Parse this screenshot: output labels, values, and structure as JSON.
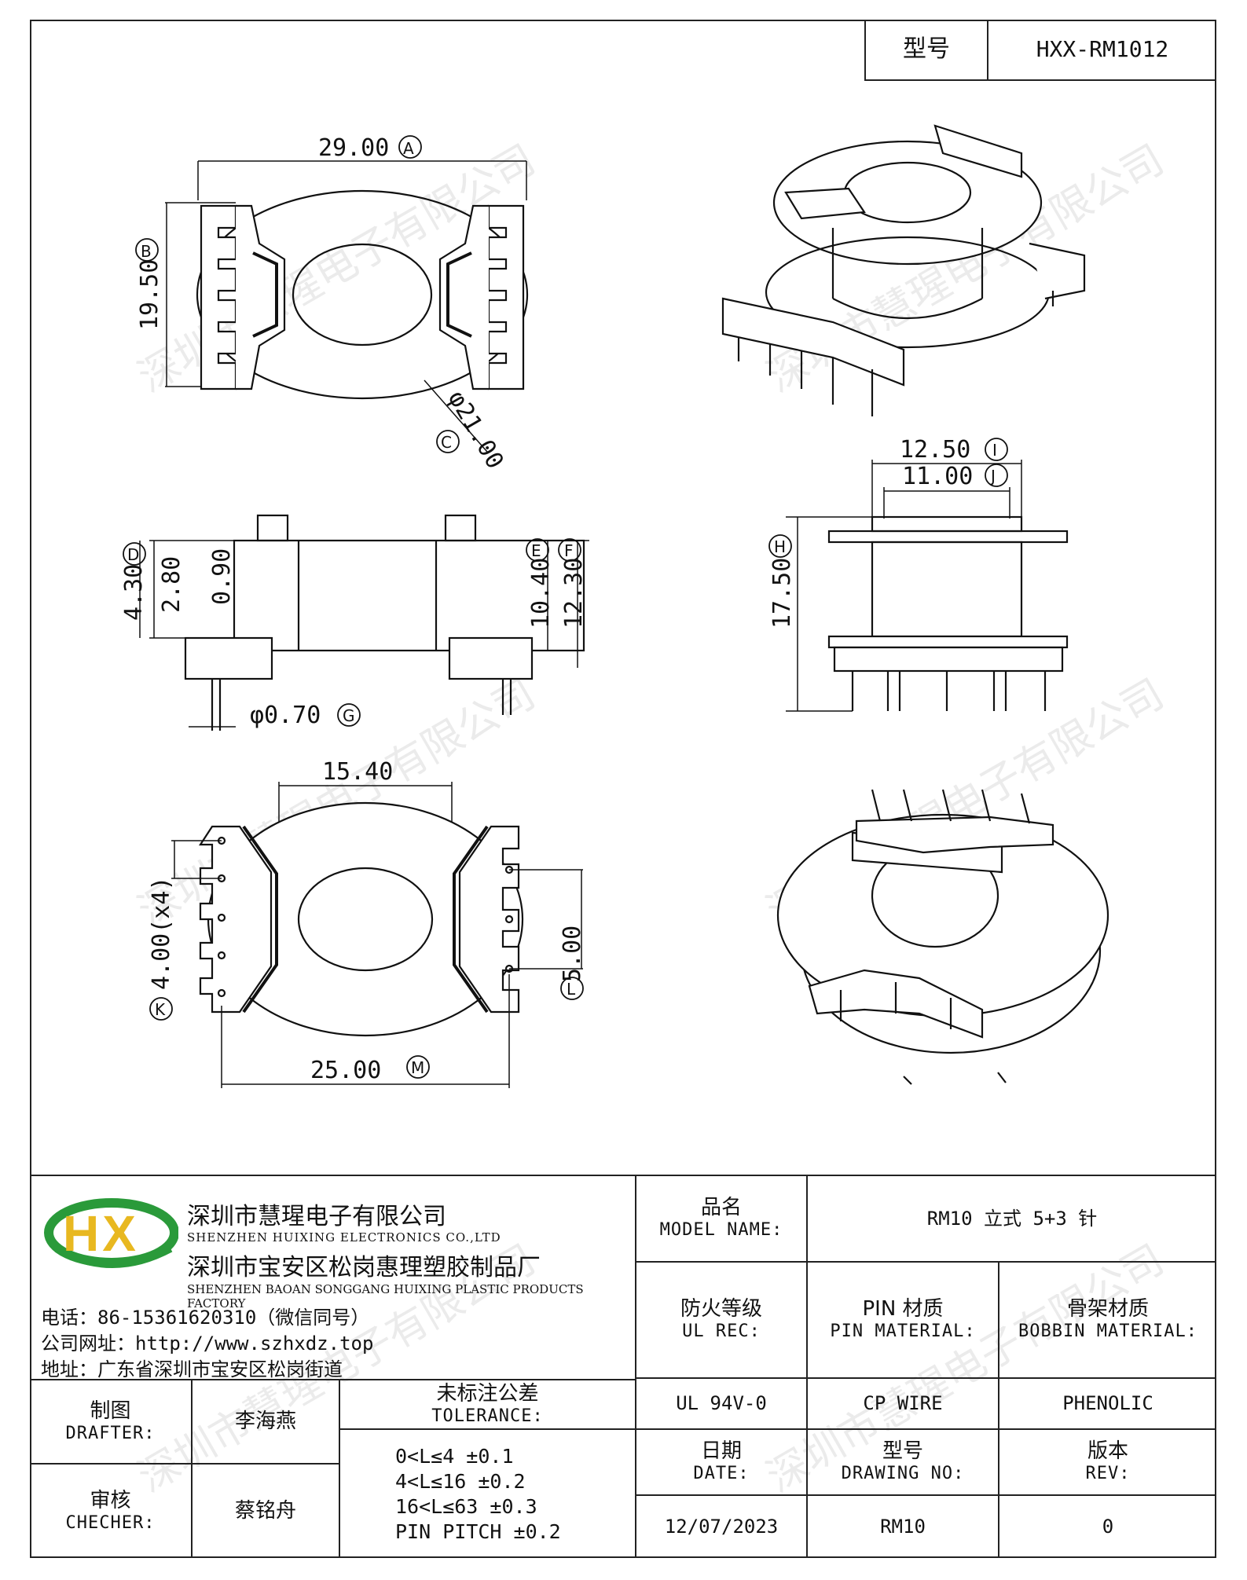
{
  "header": {
    "model_label": "型号",
    "model_value": "HXX-RM1012"
  },
  "watermark": "深圳市慧瑆电子有限公司",
  "dimensions": {
    "A": "29.00",
    "B": "19.50",
    "C": "φ21.00",
    "D": "4.30",
    "d2": "2.80",
    "d3": "0.90",
    "E": "10.40",
    "F": "12.30",
    "G": "φ0.70",
    "H": "17.50",
    "I": "12.50",
    "J": "11.00",
    "K": "4.00(x4)",
    "L": "5.00",
    "M": "25.00",
    "N": "15.40",
    "letters": [
      "A",
      "B",
      "C",
      "D",
      "E",
      "F",
      "G",
      "H",
      "I",
      "J",
      "K",
      "L",
      "M"
    ]
  },
  "company": {
    "logo_text": "HX",
    "name_cn": "深圳市慧瑆电子有限公司",
    "name_en": "SHENZHEN HUIXING ELECTRONICS CO.,LTD",
    "factory_cn": "深圳市宝安区松岗惠理塑胶制品厂",
    "factory_en": "SHENZHEN BAOAN SONGGANG HUIXING PLASTIC PRODUCTS FACTORY",
    "phone": "电话：86-15361620310（微信同号）",
    "website": "公司网址：http://www.szhxdz.top",
    "address": "地址：广东省深圳市宝安区松岗街道"
  },
  "title_block": {
    "model_name_cn": "品名",
    "model_name_en": "MODEL NAME:",
    "model_name_value": "RM10 立式 5+3 针",
    "ul_cn": "防火等级",
    "ul_en": "UL REC:",
    "pin_cn": "PIN 材质",
    "pin_en": "PIN MATERIAL:",
    "bobbin_cn": "骨架材质",
    "bobbin_en": "BOBBIN MATERIAL:",
    "ul_value": "UL 94V-0",
    "pin_value": "CP WIRE",
    "bobbin_value": "PHENOLIC",
    "drafter_cn": "制图",
    "drafter_en": "DRAFTER:",
    "drafter_value": "李海燕",
    "checker_cn": "审核",
    "checker_en": "CHECHER:",
    "checker_value": "蔡铭舟",
    "tolerance_cn": "未标注公差",
    "tolerance_en": "TOLERANCE:",
    "tolerance_lines": [
      "0<L≤4   ±0.1",
      "4<L≤16  ±0.2",
      "16<L≤63 ±0.3",
      "PIN PITCH ±0.2"
    ],
    "date_cn": "日期",
    "date_en": "DATE:",
    "date_value": "12/07/2023",
    "drawing_cn": "型号",
    "drawing_en": "DRAWING NO:",
    "drawing_value": "RM10",
    "rev_cn": "版本",
    "rev_en": "REV:",
    "rev_value": "0"
  }
}
